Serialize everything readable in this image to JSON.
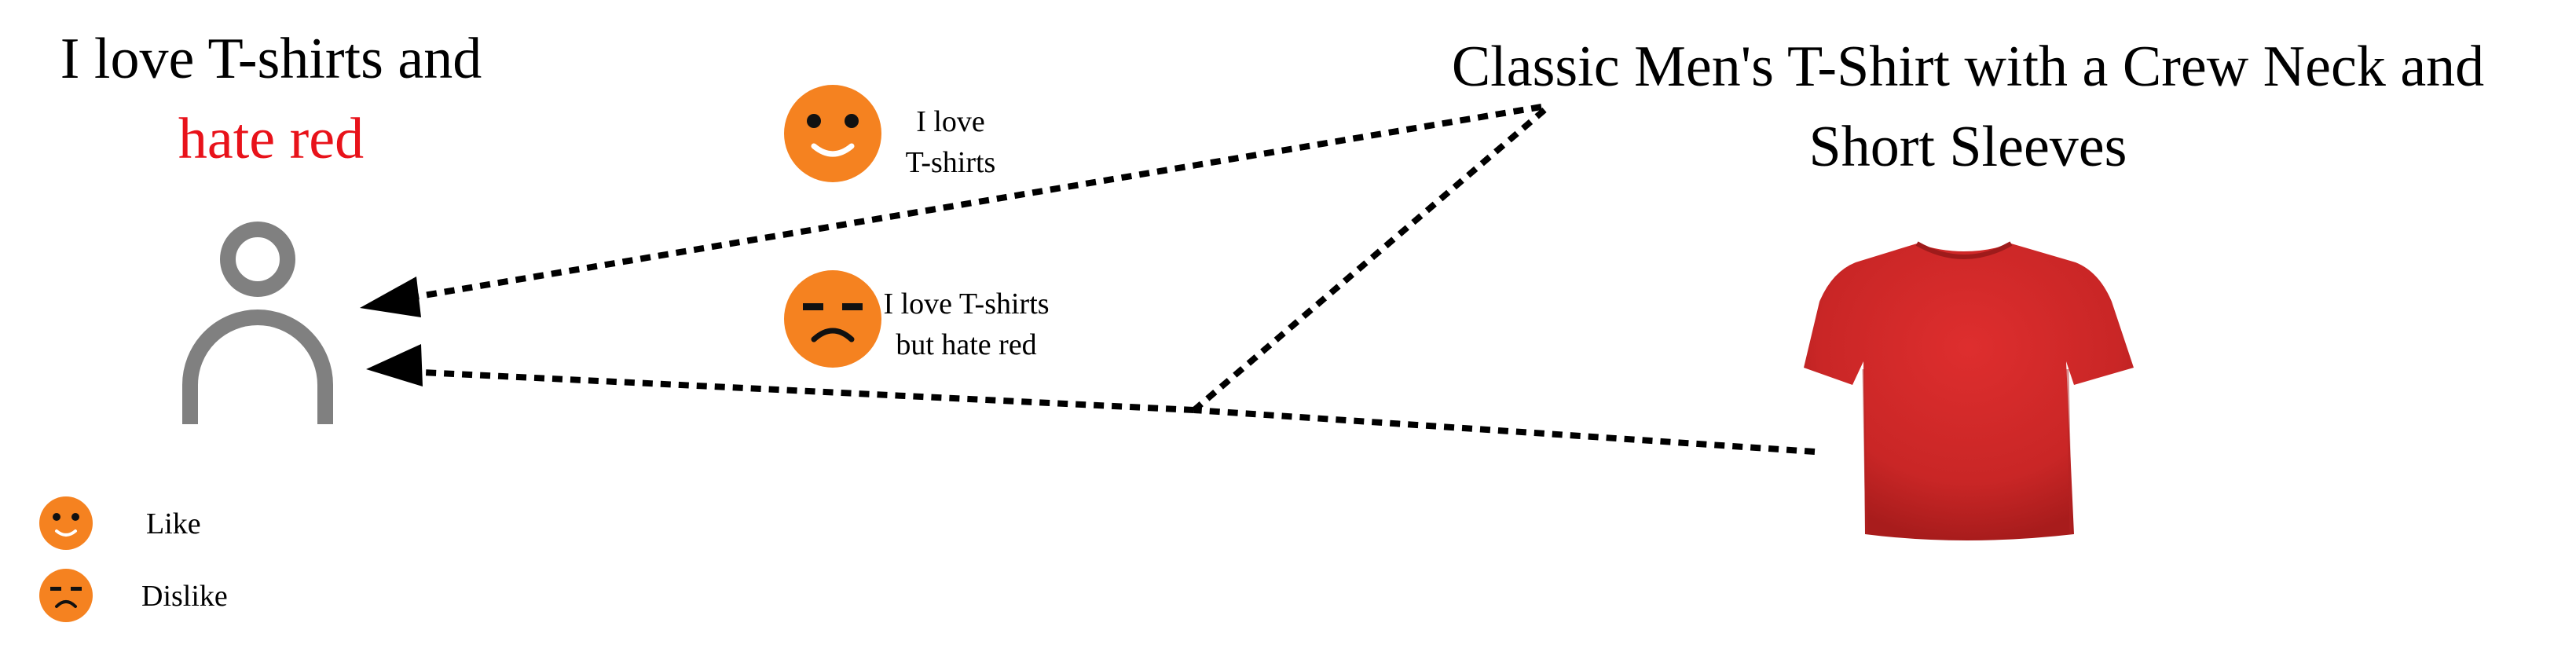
{
  "user": {
    "statement_line1": "I love T-shirts and",
    "statement_line2": "hate red",
    "statement_line2_color": "#e8121a",
    "icon": "person-icon",
    "icon_color": "#808080"
  },
  "product": {
    "title_line1": "Classic Men's T-Shirt with a Crew Neck and",
    "title_line2": "Short Sleeves",
    "icon": "red-tshirt-icon",
    "color": "#d42a2a"
  },
  "paths": [
    {
      "sentiment": "like",
      "icon": "smile-face-icon",
      "label_line1": "I love",
      "label_line2": "T-shirts"
    },
    {
      "sentiment": "dislike",
      "icon": "frown-face-icon",
      "label_line1": "I love T-shirts",
      "label_line2": "but hate red"
    }
  ],
  "legend": {
    "like_label": "Like",
    "dislike_label": "Dislike",
    "like_icon": "smile-face-icon",
    "dislike_icon": "frown-face-icon"
  },
  "colors": {
    "emoji": "#f58220",
    "emoji_features": "#111111",
    "arrow": "#000000",
    "highlight_red": "#e8121a"
  }
}
